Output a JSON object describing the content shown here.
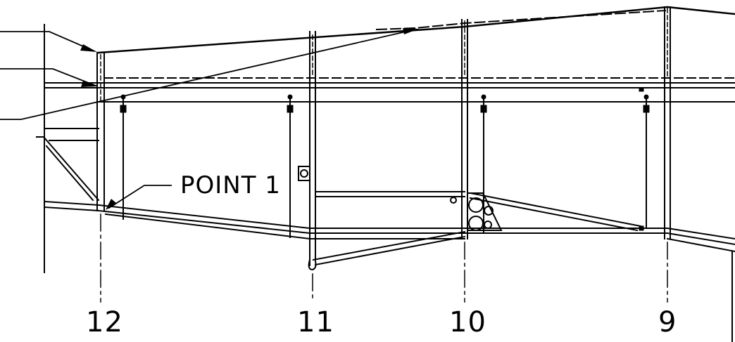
{
  "callouts": {
    "point_1": "POINT 1"
  },
  "stations": [
    {
      "label": "12"
    },
    {
      "label": "11"
    },
    {
      "label": "10"
    },
    {
      "label": "9"
    }
  ],
  "colors": {
    "line": "#000000",
    "background": "#ffffff"
  }
}
